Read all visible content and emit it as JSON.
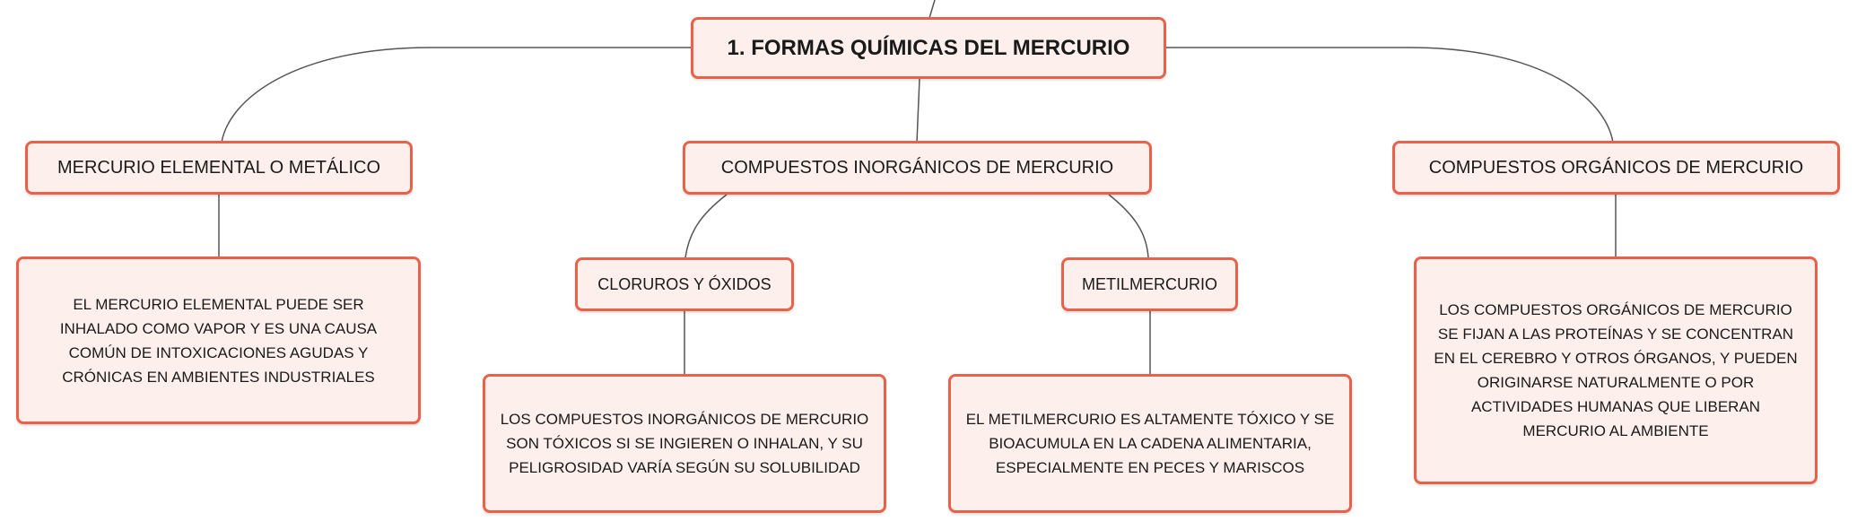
{
  "colors": {
    "node_border": "#e8624a",
    "node_fill": "#fdf0ec",
    "connector": "#555555",
    "text": "#1a1a1a"
  },
  "root": {
    "label": "1. FORMAS QUÍMICAS DEL MERCURIO"
  },
  "branches": {
    "elemental": {
      "label": "MERCURIO ELEMENTAL O METÁLICO",
      "description": "EL MERCURIO ELEMENTAL PUEDE SER INHALADO COMO VAPOR Y ES UNA CAUSA COMÚN DE INTOXICACIONES AGUDAS Y CRÓNICAS EN AMBIENTES INDUSTRIALES"
    },
    "inorganic": {
      "label": "COMPUESTOS INORGÁNICOS DE MERCURIO",
      "children": {
        "chlorides": {
          "label": "CLORUROS Y ÓXIDOS",
          "description": "LOS COMPUESTOS INORGÁNICOS DE MERCURIO SON TÓXICOS SI SE INGIEREN O INHALAN, Y SU PELIGROSIDAD VARÍA SEGÚN SU SOLUBILIDAD"
        },
        "methylmercury": {
          "label": "METILMERCURIO",
          "description": "EL METILMERCURIO ES ALTAMENTE TÓXICO Y SE BIOACUMULA EN LA CADENA ALIMENTARIA, ESPECIALMENTE EN PECES Y MARISCOS"
        }
      }
    },
    "organic": {
      "label": "COMPUESTOS ORGÁNICOS DE MERCURIO",
      "description": "LOS COMPUESTOS ORGÁNICOS DE MERCURIO SE FIJAN A LAS PROTEÍNAS Y SE CONCENTRAN EN EL CEREBRO Y OTROS ÓRGANOS, Y PUEDEN ORIGINARSE NATURALMENTE O POR ACTIVIDADES HUMANAS QUE LIBERAN MERCURIO AL AMBIENTE"
    }
  }
}
